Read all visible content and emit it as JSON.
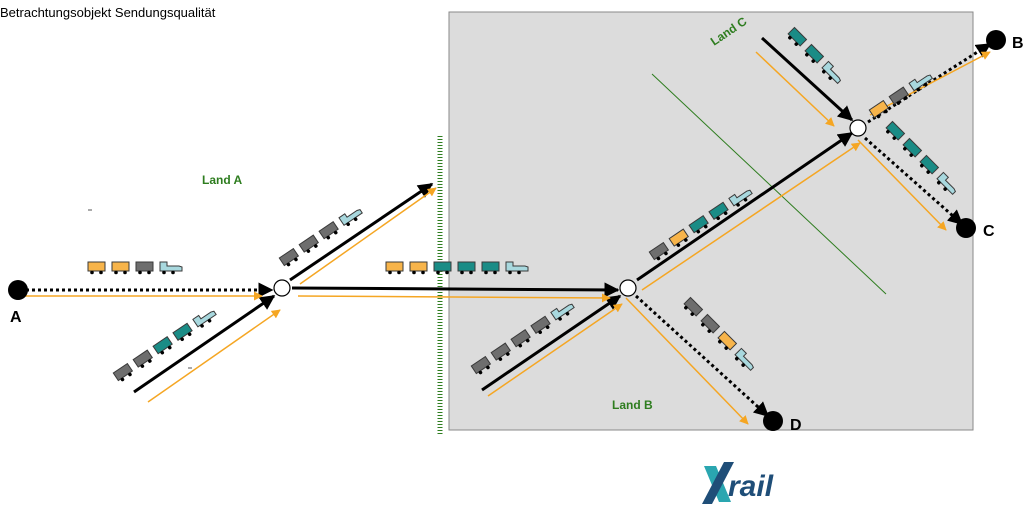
{
  "title": "Betrachtungsobjekt Sendungsqualität",
  "nodes": {
    "a": "A",
    "b": "B",
    "c": "C",
    "d": "D"
  },
  "countries": {
    "land_a": "Land A",
    "land_b": "Land B",
    "land_c": "Land C"
  },
  "logo": {
    "text": "rail"
  },
  "colors": {
    "country_area": "#dcdcdc",
    "border_line": "#2e7d1f",
    "main_arrow": "#000000",
    "flow_arrow": "#f5a623",
    "wagon_yellow": "#f7b44a",
    "wagon_teal": "#1a8c86",
    "wagon_grey": "#6e6e6e",
    "locomotive": "#a8d8de",
    "logo_blue": "#1f4e78",
    "logo_teal": "#2aa6b0"
  }
}
